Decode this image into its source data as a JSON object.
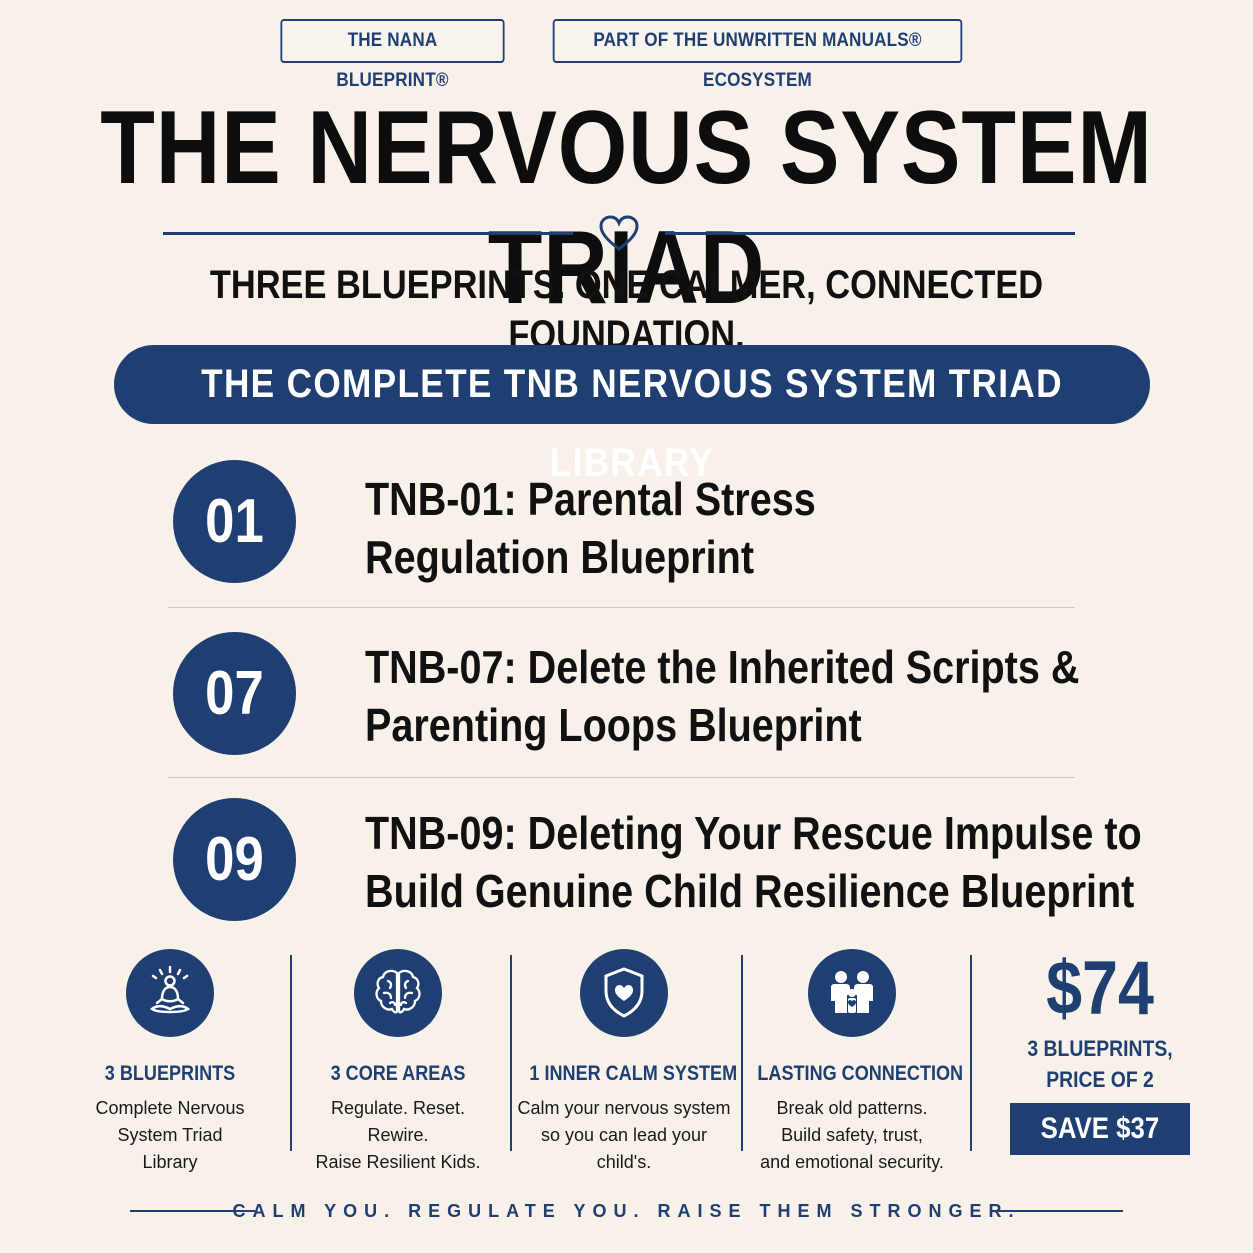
{
  "badges": [
    "THE NANA BLUEPRINT®",
    "PART OF THE UNWRITTEN MANUALS® ECOSYSTEM"
  ],
  "title": "THE NERVOUS SYSTEM TRIAD",
  "subtitle": "THREE BLUEPRINTS. ONE CALMER, CONNECTED FOUNDATION.",
  "banner": "THE COMPLETE TNB NERVOUS SYSTEM TRIAD LIBRARY",
  "items": [
    {
      "number": "01",
      "line1": "TNB-01: Parental Stress",
      "line2": "Regulation Blueprint"
    },
    {
      "number": "07",
      "line1": "TNB-07: Delete the Inherited Scripts &",
      "line2": "Parenting Loops Blueprint"
    },
    {
      "number": "09",
      "line1": "TNB-09: Deleting Your Rescue Impulse to",
      "line2": "Build Genuine Child Resilience Blueprint"
    }
  ],
  "features": [
    {
      "icon": "meditation-icon",
      "title": "3 BLUEPRINTS",
      "lines": [
        "Complete Nervous",
        "System Triad",
        "Library"
      ]
    },
    {
      "icon": "brain-icon",
      "title": "3 CORE AREAS",
      "lines": [
        "Regulate. Reset.",
        "Rewire.",
        "Raise Resilient Kids."
      ]
    },
    {
      "icon": "shield-heart-icon",
      "title": "1 INNER CALM SYSTEM",
      "lines": [
        "Calm your nervous system",
        "so you can lead your",
        "child's."
      ]
    },
    {
      "icon": "family-icon",
      "title": "LASTING CONNECTION",
      "lines": [
        "Break old patterns.",
        "Build safety, trust,",
        "and emotional security."
      ]
    }
  ],
  "price": {
    "amount": "$74",
    "sub1": "3 BLUEPRINTS,",
    "sub2": "PRICE OF 2",
    "save": "SAVE $37"
  },
  "footer": "CALM YOU. REGULATE YOU. RAISE THEM STRONGER.",
  "colors": {
    "accent": "#1f3f72",
    "background": "#f7f1ea"
  }
}
